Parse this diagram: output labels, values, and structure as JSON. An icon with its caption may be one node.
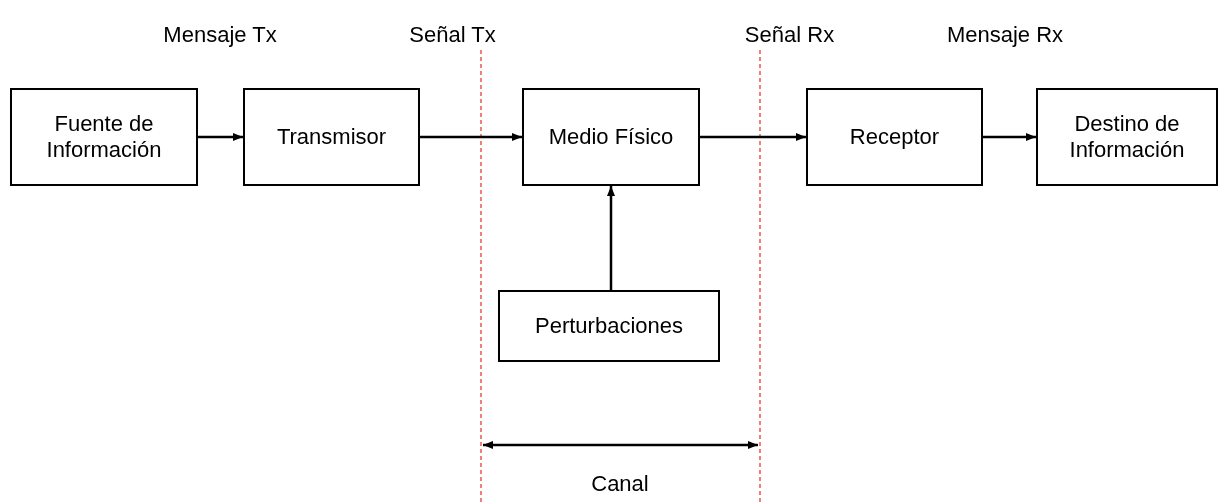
{
  "diagram": {
    "nodes": [
      {
        "text": [
          "Fuente de Información"
        ]
      },
      {
        "text": [
          "Transmisor"
        ]
      },
      {
        "text": [
          "Medio Físico"
        ]
      },
      {
        "text": [
          "Receptor"
        ]
      },
      {
        "text": [
          "Destino de Información"
        ]
      },
      {
        "text": [
          "Perturbaciones"
        ]
      }
    ],
    "edges": [
      {
        "from": 0,
        "to": 1,
        "arrow": "to"
      },
      {
        "from": 1,
        "to": 2,
        "arrow": "to"
      },
      {
        "from": 2,
        "to": 3,
        "arrow": "to"
      },
      {
        "from": 3,
        "to": 4,
        "arrow": "to"
      },
      {
        "from": 5,
        "to": 2,
        "arrow": "to"
      }
    ],
    "labels": [
      "Mensaje Tx",
      "Señal Tx",
      "Señal Rx",
      "Mensaje Rx",
      "Canal"
    ]
  }
}
